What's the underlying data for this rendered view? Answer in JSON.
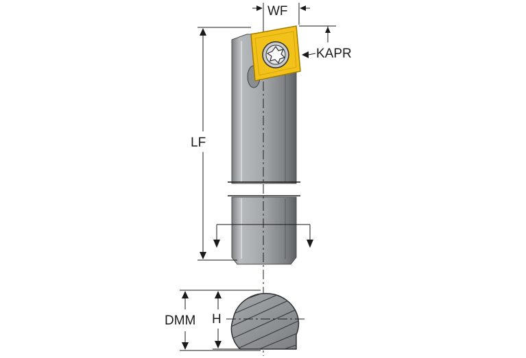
{
  "labels": {
    "wf": "WF",
    "kapr": "KAPR",
    "lf": "LF",
    "dmm": "DMM",
    "h": "H"
  },
  "colors": {
    "insert": "#f2c21b",
    "insert_edge": "#c79a05",
    "body_light": "#9ea2a5",
    "body_dark": "#5f6366",
    "body_mid": "#7d8184",
    "line": "#1a1a1a",
    "hatch": "#3c3f42"
  }
}
